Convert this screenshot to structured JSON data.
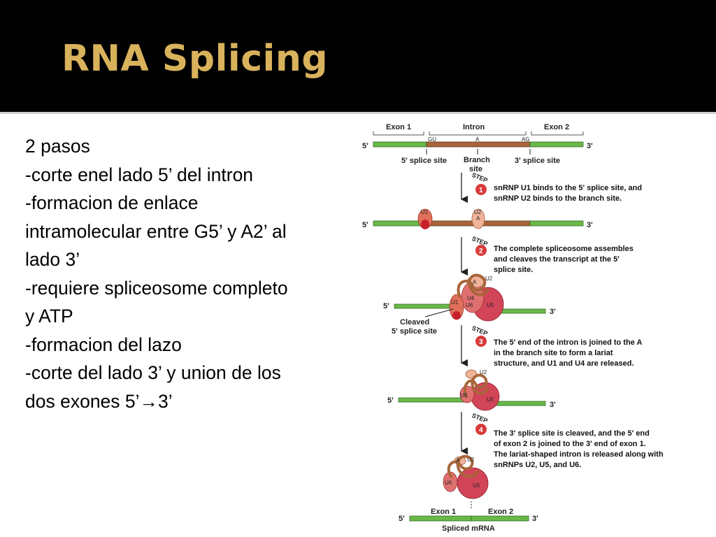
{
  "slide": {
    "title": "RNA Splicing",
    "lines": [
      "2 pasos",
      "-corte enel lado 5’ del intron",
      "-formacion de enlace",
      "intramolecular entre G5’ y A2’ al",
      "lado 3’",
      "-requiere spliceosome completo",
      "y ATP",
      "-formacion del lazo",
      "-corte del lado 3’ y union de los",
      "dos exones 5’→3’"
    ]
  },
  "diagram": {
    "exon1": "Exon 1",
    "intron": "Intron",
    "exon2": "Exon 2",
    "five": "5'",
    "three": "3'",
    "gu": "GU",
    "a": "A",
    "ag": "AG",
    "splice5": "5' splice site",
    "branch1": "Branch",
    "branch2": "site",
    "splice3": "3' splice site",
    "step_word": "STEP",
    "step1_num": "1",
    "step1_l1": "snRNP U1 binds to the 5' splice site, and",
    "step1_l2": "snRNP U2 binds to the branch site.",
    "step2_num": "2",
    "step2_l1": "The complete spliceosome assembles",
    "step2_l2": "and cleaves the transcript at the 5'",
    "step2_l3": "splice site.",
    "step3_num": "3",
    "step3_l1": "The 5' end of the intron is joined to the A",
    "step3_l2": "in the branch site to form a lariat",
    "step3_l3": "structure, and U1 and U4 are released.",
    "step4_num": "4",
    "step4_l1": "The 3' splice site is cleaved, and the 5' end",
    "step4_l2": "of exon 2 is joined to the 3' end of exon 1.",
    "step4_l3": "The lariat-shaped intron is released along with",
    "step4_l4": "snRNPs U2, U5, and U6.",
    "u1": "U1",
    "u2": "U2",
    "u4": "U4",
    "u5": "U5",
    "u6": "U6",
    "cleaved1": "Cleaved",
    "cleaved2": "5' splice site",
    "spliced": "Spliced mRNA"
  },
  "colors": {
    "title": "#d9b25c",
    "exon": "#6ab84a",
    "intron": "#a8653a",
    "step_circle": "#d83a3a"
  }
}
